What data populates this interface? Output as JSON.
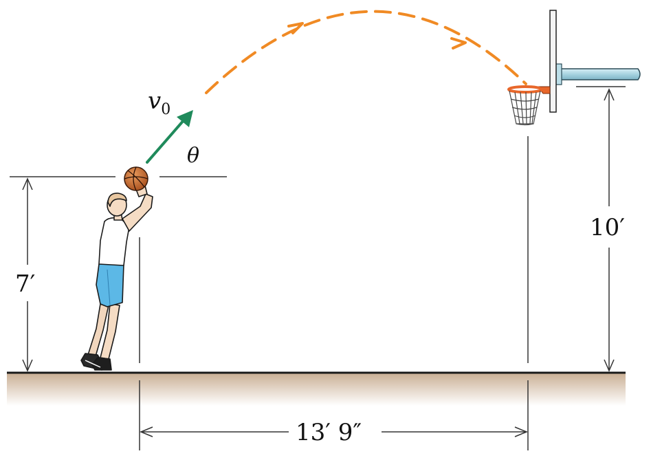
{
  "labels": {
    "velocity_symbol": "v",
    "velocity_subscript": "0",
    "angle_symbol": "θ",
    "shooter_height": "7′",
    "rim_height": "10′",
    "horizontal_distance": "13′ 9″"
  },
  "colors": {
    "trajectory": "#f08a24",
    "velocity_arrow": "#1f8a5b",
    "ground": "#c9ae93",
    "shorts": "#5cb8e6",
    "ball": "#c86a2a",
    "rim": "#e8672a",
    "pole": "#a7d3e0"
  }
}
